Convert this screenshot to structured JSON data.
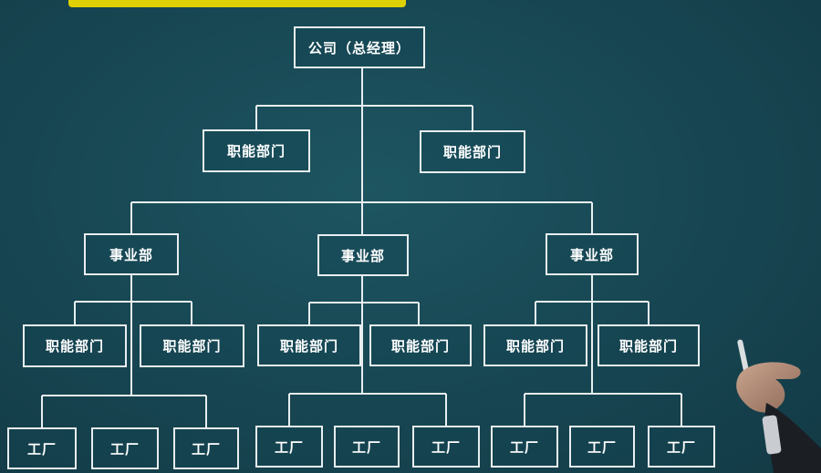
{
  "diagram": {
    "root": {
      "label": "公司（总经理）"
    },
    "top_functional_departments": [
      {
        "label": "职能部门"
      },
      {
        "label": "职能部门"
      }
    ],
    "divisions": [
      {
        "label": "事业部",
        "functional_departments": [
          {
            "label": "职能部门"
          },
          {
            "label": "职能部门"
          }
        ],
        "factories": [
          {
            "label": "工厂"
          },
          {
            "label": "工厂"
          },
          {
            "label": "工厂"
          }
        ]
      },
      {
        "label": "事业部",
        "functional_departments": [
          {
            "label": "职能部门"
          },
          {
            "label": "职能部门"
          }
        ],
        "factories": [
          {
            "label": "工厂"
          },
          {
            "label": "工厂"
          },
          {
            "label": "工厂"
          }
        ]
      },
      {
        "label": "事业部",
        "functional_departments": [
          {
            "label": "职能部门"
          },
          {
            "label": "职能部门"
          }
        ],
        "factories": [
          {
            "label": "工厂"
          },
          {
            "label": "工厂"
          },
          {
            "label": "工厂"
          }
        ]
      }
    ]
  },
  "colors": {
    "background": "#174652",
    "line": "#e8eef0",
    "title_strip": "#e9d800"
  }
}
